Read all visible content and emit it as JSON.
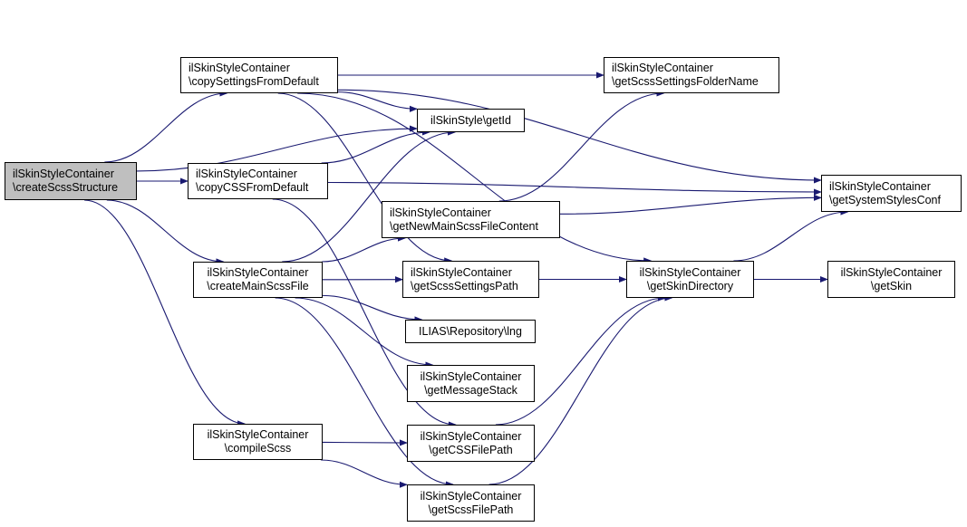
{
  "graph": {
    "edge_color": "#191970",
    "root_fill": "#bfbfbf",
    "nodes": {
      "createScssStructure": {
        "line1": "ilSkinStyleContainer",
        "line2": "\\createScssStructure"
      },
      "copySettingsFromDefault": {
        "line1": "ilSkinStyleContainer",
        "line2": "\\copySettingsFromDefault"
      },
      "copyCSSFromDefault": {
        "line1": "ilSkinStyleContainer",
        "line2": "\\copyCSSFromDefault"
      },
      "createMainScssFile": {
        "line1": "ilSkinStyleContainer",
        "line2": "\\createMainScssFile"
      },
      "compileScss": {
        "line1": "ilSkinStyleContainer",
        "line2": "\\compileScss"
      },
      "getScssSettingsFolderName": {
        "line1": "ilSkinStyleContainer",
        "line2": "\\getScssSettingsFolderName"
      },
      "getId": {
        "line1": "ilSkinStyle\\getId"
      },
      "getNewMainScssFileContent": {
        "line1": "ilSkinStyleContainer",
        "line2": "\\getNewMainScssFileContent"
      },
      "getScssSettingsPath": {
        "line1": "ilSkinStyleContainer",
        "line2": "\\getScssSettingsPath"
      },
      "lng": {
        "line1": "ILIAS\\Repository\\lng"
      },
      "getMessageStack": {
        "line1": "ilSkinStyleContainer",
        "line2": "\\getMessageStack"
      },
      "getCSSFilePath": {
        "line1": "ilSkinStyleContainer",
        "line2": "\\getCSSFilePath"
      },
      "getScssFilePath": {
        "line1": "ilSkinStyleContainer",
        "line2": "\\getScssFilePath"
      },
      "getSkinDirectory": {
        "line1": "ilSkinStyleContainer",
        "line2": "\\getSkinDirectory"
      },
      "getSystemStylesConf": {
        "line1": "ilSkinStyleContainer",
        "line2": "\\getSystemStylesConf"
      },
      "getSkin": {
        "line1": "ilSkinStyleContainer",
        "line2": "\\getSkin"
      }
    },
    "edges": [
      [
        "createScssStructure",
        "copySettingsFromDefault"
      ],
      [
        "createScssStructure",
        "getId"
      ],
      [
        "createScssStructure",
        "copyCSSFromDefault"
      ],
      [
        "createScssStructure",
        "createMainScssFile"
      ],
      [
        "createScssStructure",
        "compileScss"
      ],
      [
        "copySettingsFromDefault",
        "getScssSettingsFolderName"
      ],
      [
        "copySettingsFromDefault",
        "getId"
      ],
      [
        "copySettingsFromDefault",
        "getSystemStylesConf"
      ],
      [
        "copySettingsFromDefault",
        "getScssSettingsPath"
      ],
      [
        "copySettingsFromDefault",
        "getSkinDirectory"
      ],
      [
        "copyCSSFromDefault",
        "getId"
      ],
      [
        "copyCSSFromDefault",
        "getSystemStylesConf"
      ],
      [
        "copyCSSFromDefault",
        "getCSSFilePath"
      ],
      [
        "createMainScssFile",
        "getId"
      ],
      [
        "createMainScssFile",
        "getNewMainScssFileContent"
      ],
      [
        "createMainScssFile",
        "getScssSettingsPath"
      ],
      [
        "createMainScssFile",
        "lng"
      ],
      [
        "createMainScssFile",
        "getMessageStack"
      ],
      [
        "createMainScssFile",
        "getScssFilePath"
      ],
      [
        "compileScss",
        "getCSSFilePath"
      ],
      [
        "compileScss",
        "getScssFilePath"
      ],
      [
        "getNewMainScssFileContent",
        "getScssSettingsFolderName"
      ],
      [
        "getNewMainScssFileContent",
        "getSystemStylesConf"
      ],
      [
        "getScssSettingsPath",
        "getSkinDirectory"
      ],
      [
        "getCSSFilePath",
        "getSkinDirectory"
      ],
      [
        "getScssFilePath",
        "getSkinDirectory"
      ],
      [
        "getSkinDirectory",
        "getSystemStylesConf"
      ],
      [
        "getSkinDirectory",
        "getSkin"
      ]
    ]
  }
}
